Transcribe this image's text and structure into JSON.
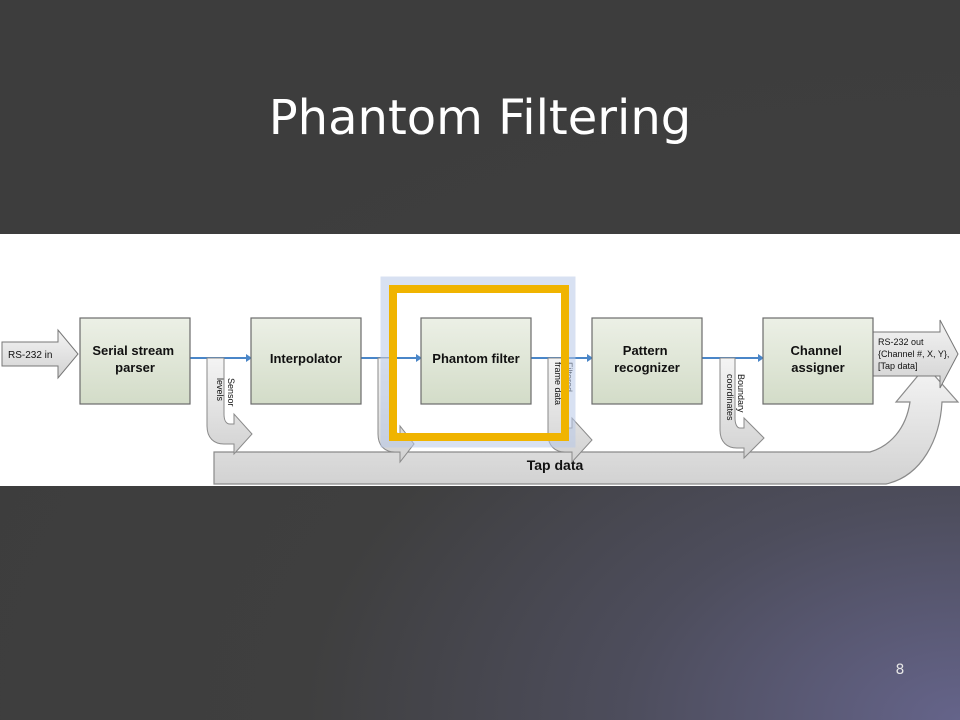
{
  "slide": {
    "title": "Phantom Filtering",
    "page_number": "8"
  },
  "diagram": {
    "input_label": "RS-232 in",
    "blocks": [
      {
        "name": "serial-stream-parser",
        "line1": "Serial stream",
        "line2": "parser"
      },
      {
        "name": "interpolator",
        "line1": "Interpolator",
        "line2": ""
      },
      {
        "name": "phantom-filter",
        "line1": "Phantom filter",
        "line2": ""
      },
      {
        "name": "pattern-recognizer",
        "line1": "Pattern",
        "line2": "recognizer"
      },
      {
        "name": "channel-assigner",
        "line1": "Channel",
        "line2": "assigner"
      }
    ],
    "output_lines": [
      "RS-232 out",
      "{Channel #, X, Y},",
      "[Tap data]"
    ],
    "arrow_labels": {
      "sensor_levels": [
        "Sensor",
        "levels"
      ],
      "filtered_frame_data": [
        "Filtered",
        "frame data"
      ],
      "boundary_coordinates": [
        "Boundary",
        "coordinates"
      ]
    },
    "tap_data_label": "Tap data",
    "colors": {
      "block_fill": "#dfe6d6",
      "block_stroke": "#6b6b6b",
      "flow_line": "#4a86c8",
      "highlight": "#f0b400"
    }
  }
}
